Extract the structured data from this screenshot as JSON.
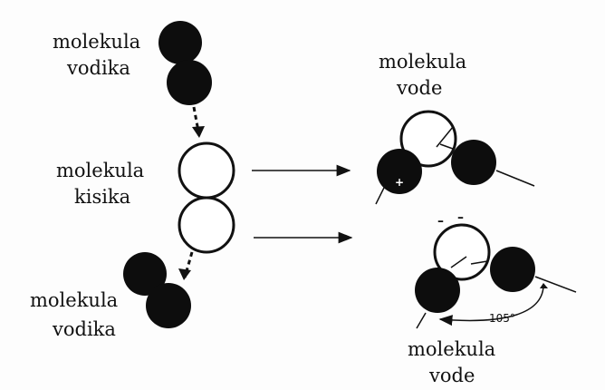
{
  "labels": {
    "h2_top_line1": "molekula",
    "h2_top_line2": "vodika",
    "o2_line1": "molekula",
    "o2_line2": "kisika",
    "h2_bottom_line1": "molekula",
    "h2_bottom_line2": "vodika",
    "water_top_line1": "molekula",
    "water_top_line2": "vode",
    "water_bottom_line1": "molekula",
    "water_bottom_line2": "vode",
    "angle": "105°"
  },
  "charges": {
    "negative": "–",
    "positive": "+"
  },
  "colors": {
    "ink": "#111111",
    "fill_dark": "#0d0d0d",
    "fill_light": "#ffffff",
    "background": "#fdfdfd"
  }
}
